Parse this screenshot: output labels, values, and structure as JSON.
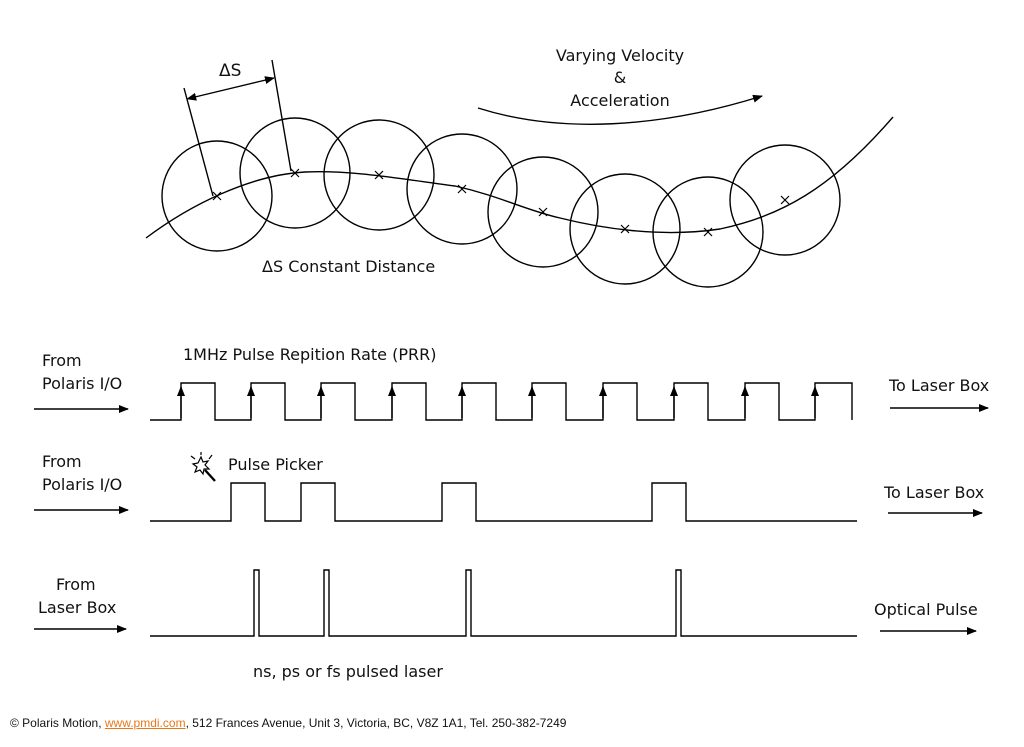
{
  "motion": {
    "delta_s_label": "ΔS",
    "velocity_label_line1": "Varying Velocity",
    "velocity_label_line2": "&",
    "velocity_label_line3": "Acceleration",
    "constant_distance_label": "ΔS Constant Distance",
    "trigger_points": 8
  },
  "signals": [
    {
      "id": "prr",
      "source_line1": "From",
      "source_line2": "Polaris I/O",
      "title": "1MHz Pulse Repition Rate (PRR)",
      "destination": "To Laser Box",
      "pulse_count": 10
    },
    {
      "id": "picker",
      "source_line1": "From",
      "source_line2": "Polaris I/O",
      "title": "Pulse Picker",
      "icon": "magic-wand-icon",
      "destination": "To Laser Box",
      "picked_pulses": [
        1,
        2,
        4,
        7
      ]
    },
    {
      "id": "optical",
      "source_line1": "From",
      "source_line2": "Laser Box",
      "title": "",
      "destination": "Optical Pulse",
      "caption": "ns, ps or fs pulsed laser",
      "picked_pulses": [
        1,
        2,
        4,
        7
      ]
    }
  ],
  "footer": {
    "prefix": "© Polaris Motion, ",
    "link_text": "www.pmdi.com",
    "suffix": ", 512 Frances Avenue, Unit 3, Victoria, BC, V8Z 1A1, Tel. 250-382-7249",
    "link_color": "#e8771a"
  }
}
